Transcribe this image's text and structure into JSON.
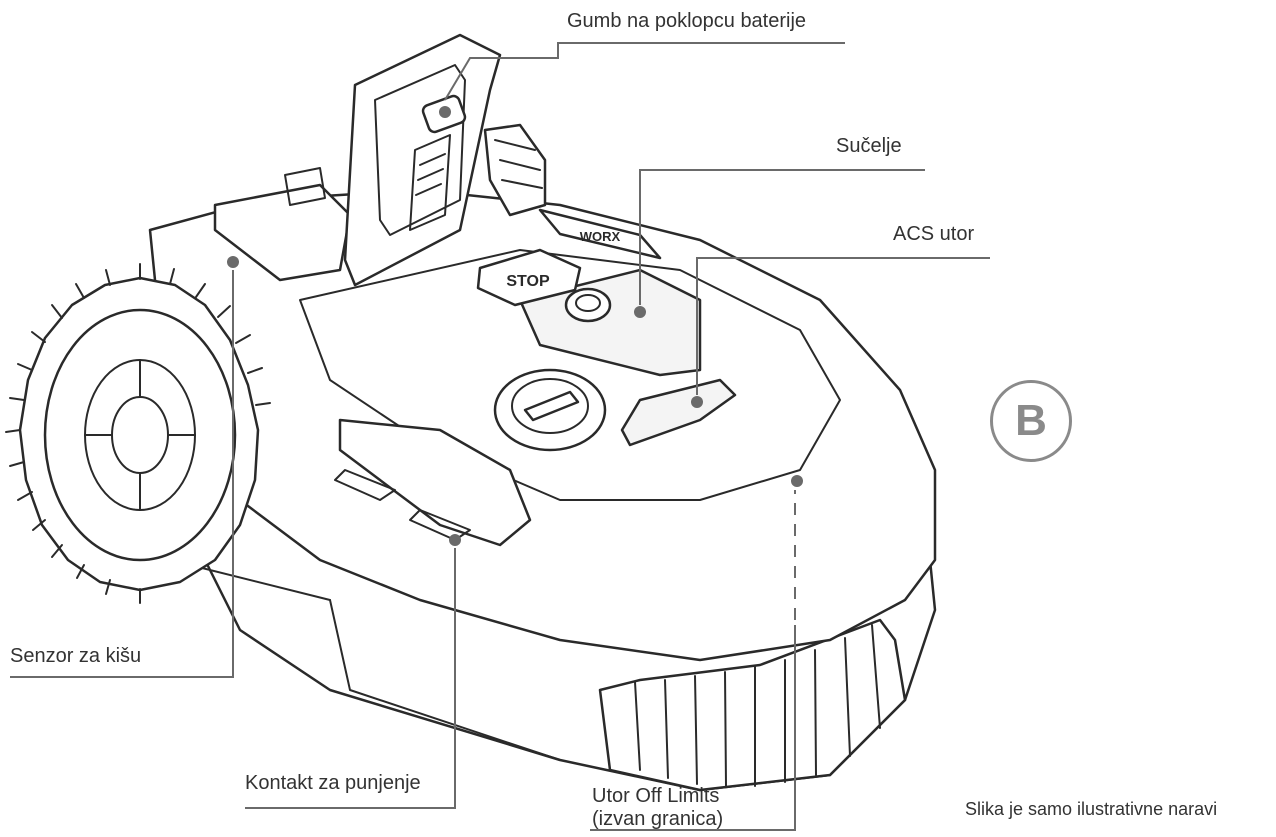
{
  "labels": {
    "battery_button": "Gumb na poklopcu baterije",
    "interface": "Sučelje",
    "acs_slot": "ACS utor",
    "rain_sensor": "Senzor za kišu",
    "charging_contact": "Kontakt za punjenje",
    "off_limits_line1": "Utor Off Limits",
    "off_limits_line2": "(izvan granica)"
  },
  "badge": "B",
  "caption": "Slika je samo ilustrativne naravi",
  "device_text": {
    "stop_button": "STOP",
    "brand": "WORX"
  },
  "colors": {
    "line": "#6a6a6a",
    "text": "#333333",
    "badge": "#8a8a8a"
  }
}
